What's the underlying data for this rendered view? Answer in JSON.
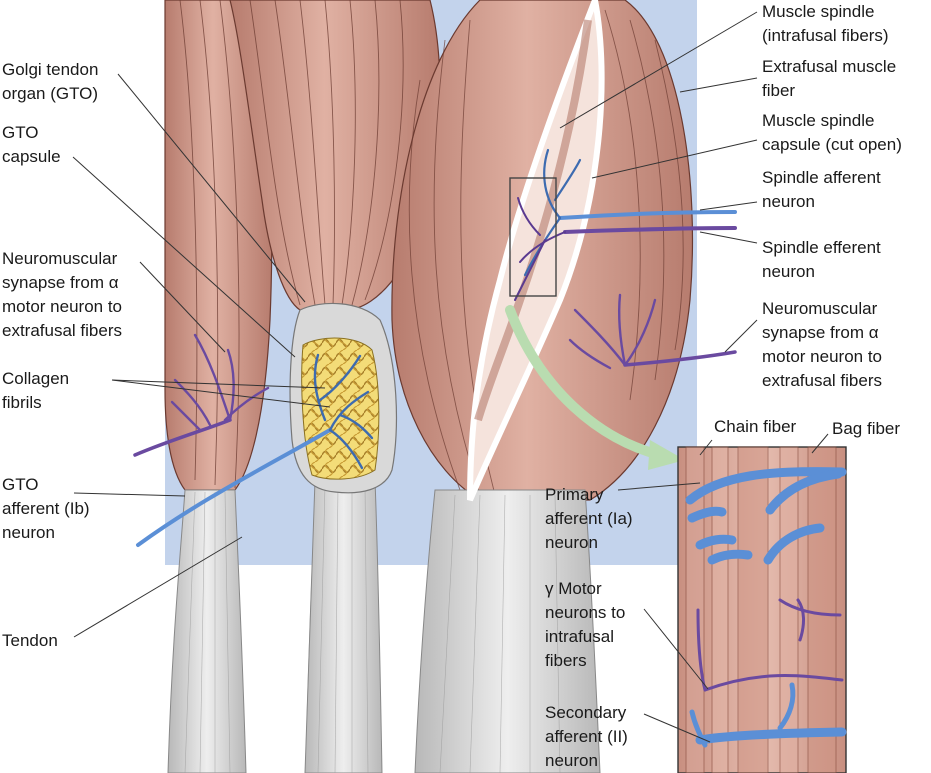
{
  "colors": {
    "background_panel": "#c3d3ec",
    "muscle": "#cf9a8c",
    "muscle_light": "#e4bcaf",
    "muscle_line": "#6b3a30",
    "tendon": "#d8d8d8",
    "capsule": "#d6d6d6",
    "collagen": "#e8c84a",
    "afferent_neuron": "#5b8fd6",
    "efferent_neuron": "#6a4aa0",
    "arrow": "#b9dcb0",
    "leader_line": "#333333"
  },
  "labels": {
    "golgi_tendon_organ": "Golgi tendon\norgan (GTO)",
    "gto_capsule": "GTO\ncapsule",
    "neuromuscular_synapse_left": "Neuromuscular\nsynapse from α\nmotor neuron to\nextrafusal fibers",
    "collagen_fibrils": "Collagen\nfibrils",
    "gto_afferent": "GTO\nafferent (Ib)\nneuron",
    "tendon": "Tendon",
    "muscle_spindle": "Muscle spindle\n(intrafusal fibers)",
    "extrafusal_fiber": "Extrafusal muscle\nfiber",
    "spindle_capsule": "Muscle spindle\ncapsule (cut open)",
    "spindle_afferent": "Spindle afferent\nneuron",
    "spindle_efferent": "Spindle efferent\nneuron",
    "neuromuscular_synapse_right": "Neuromuscular\nsynapse from α\nmotor neuron to\nextrafusal fibers",
    "chain_fiber": "Chain fiber",
    "bag_fiber": "Bag fiber",
    "primary_afferent": "Primary\nafferent (Ia)\nneuron",
    "gamma_motor": "γ Motor\nneurons to\nintrafusal\nfibers",
    "secondary_afferent": "Secondary\nafferent (II)\nneuron"
  }
}
